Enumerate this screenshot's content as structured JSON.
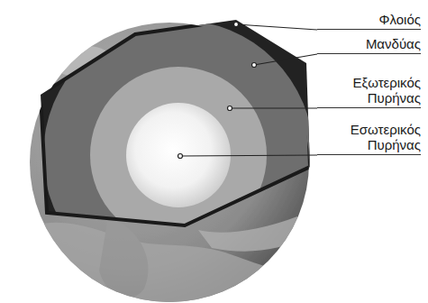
{
  "diagram": {
    "labels": [
      "Φλοιός",
      "Μανδύας",
      "Εξωτερικός Πυρήνας",
      "Εσωτερικός Πυρήνας"
    ]
  }
}
